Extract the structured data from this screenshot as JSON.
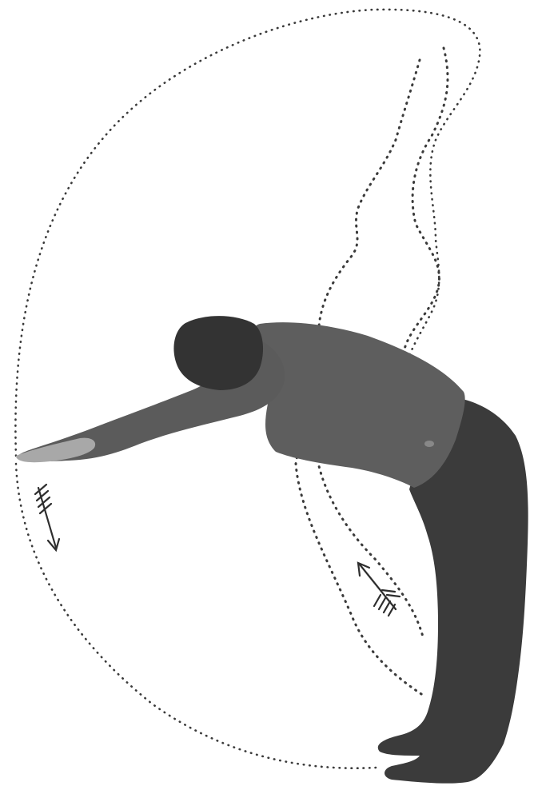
{
  "figure": {
    "colors": {
      "background": "#ffffff",
      "figure_dark": "#3a3a3a",
      "shirt": "#5e5e5e",
      "trousers": "#3b3b3b",
      "hand_highlight": "#a8a8a8",
      "dotted_line": "#3a3a3a"
    },
    "elements": {
      "motion_path": "dotted-arc-outline",
      "ghost_pose": "dotted-upright-figure-outline",
      "arrow_down": "feathered-arrow-pointing-down",
      "arrow_up": "feathered-arrow-pointing-up-left"
    }
  }
}
